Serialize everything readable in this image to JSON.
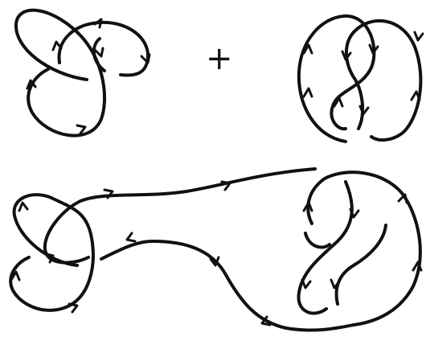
{
  "diagram": {
    "operator": "+",
    "stroke_color": "#111111",
    "background": "#ffffff",
    "figures": [
      {
        "name": "oriented-trefoil-knot",
        "position": "top-left"
      },
      {
        "name": "oriented-figure-eight-knot",
        "position": "top-right"
      },
      {
        "name": "connected-sum-knot",
        "position": "bottom"
      }
    ]
  }
}
